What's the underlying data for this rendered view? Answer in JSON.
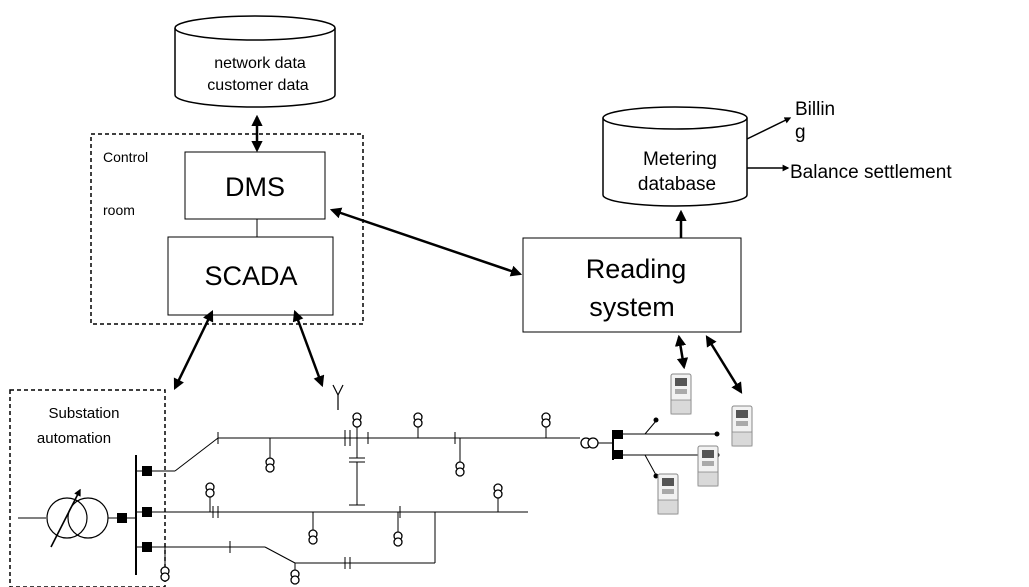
{
  "database_top": {
    "line1": "network data",
    "line2": "customer data"
  },
  "control_room": {
    "label_line1": "Control",
    "label_line2": "room",
    "dms": "DMS",
    "scada": "SCADA"
  },
  "metering": {
    "db_line1": "Metering",
    "db_line2": "database",
    "billing_line1": "Billin",
    "billing_line2": "g",
    "balance": "Balance settlement",
    "reading_line1": "Reading",
    "reading_line2": "system"
  },
  "substation": {
    "label_line1": "Substation",
    "label_line2": "automation"
  }
}
